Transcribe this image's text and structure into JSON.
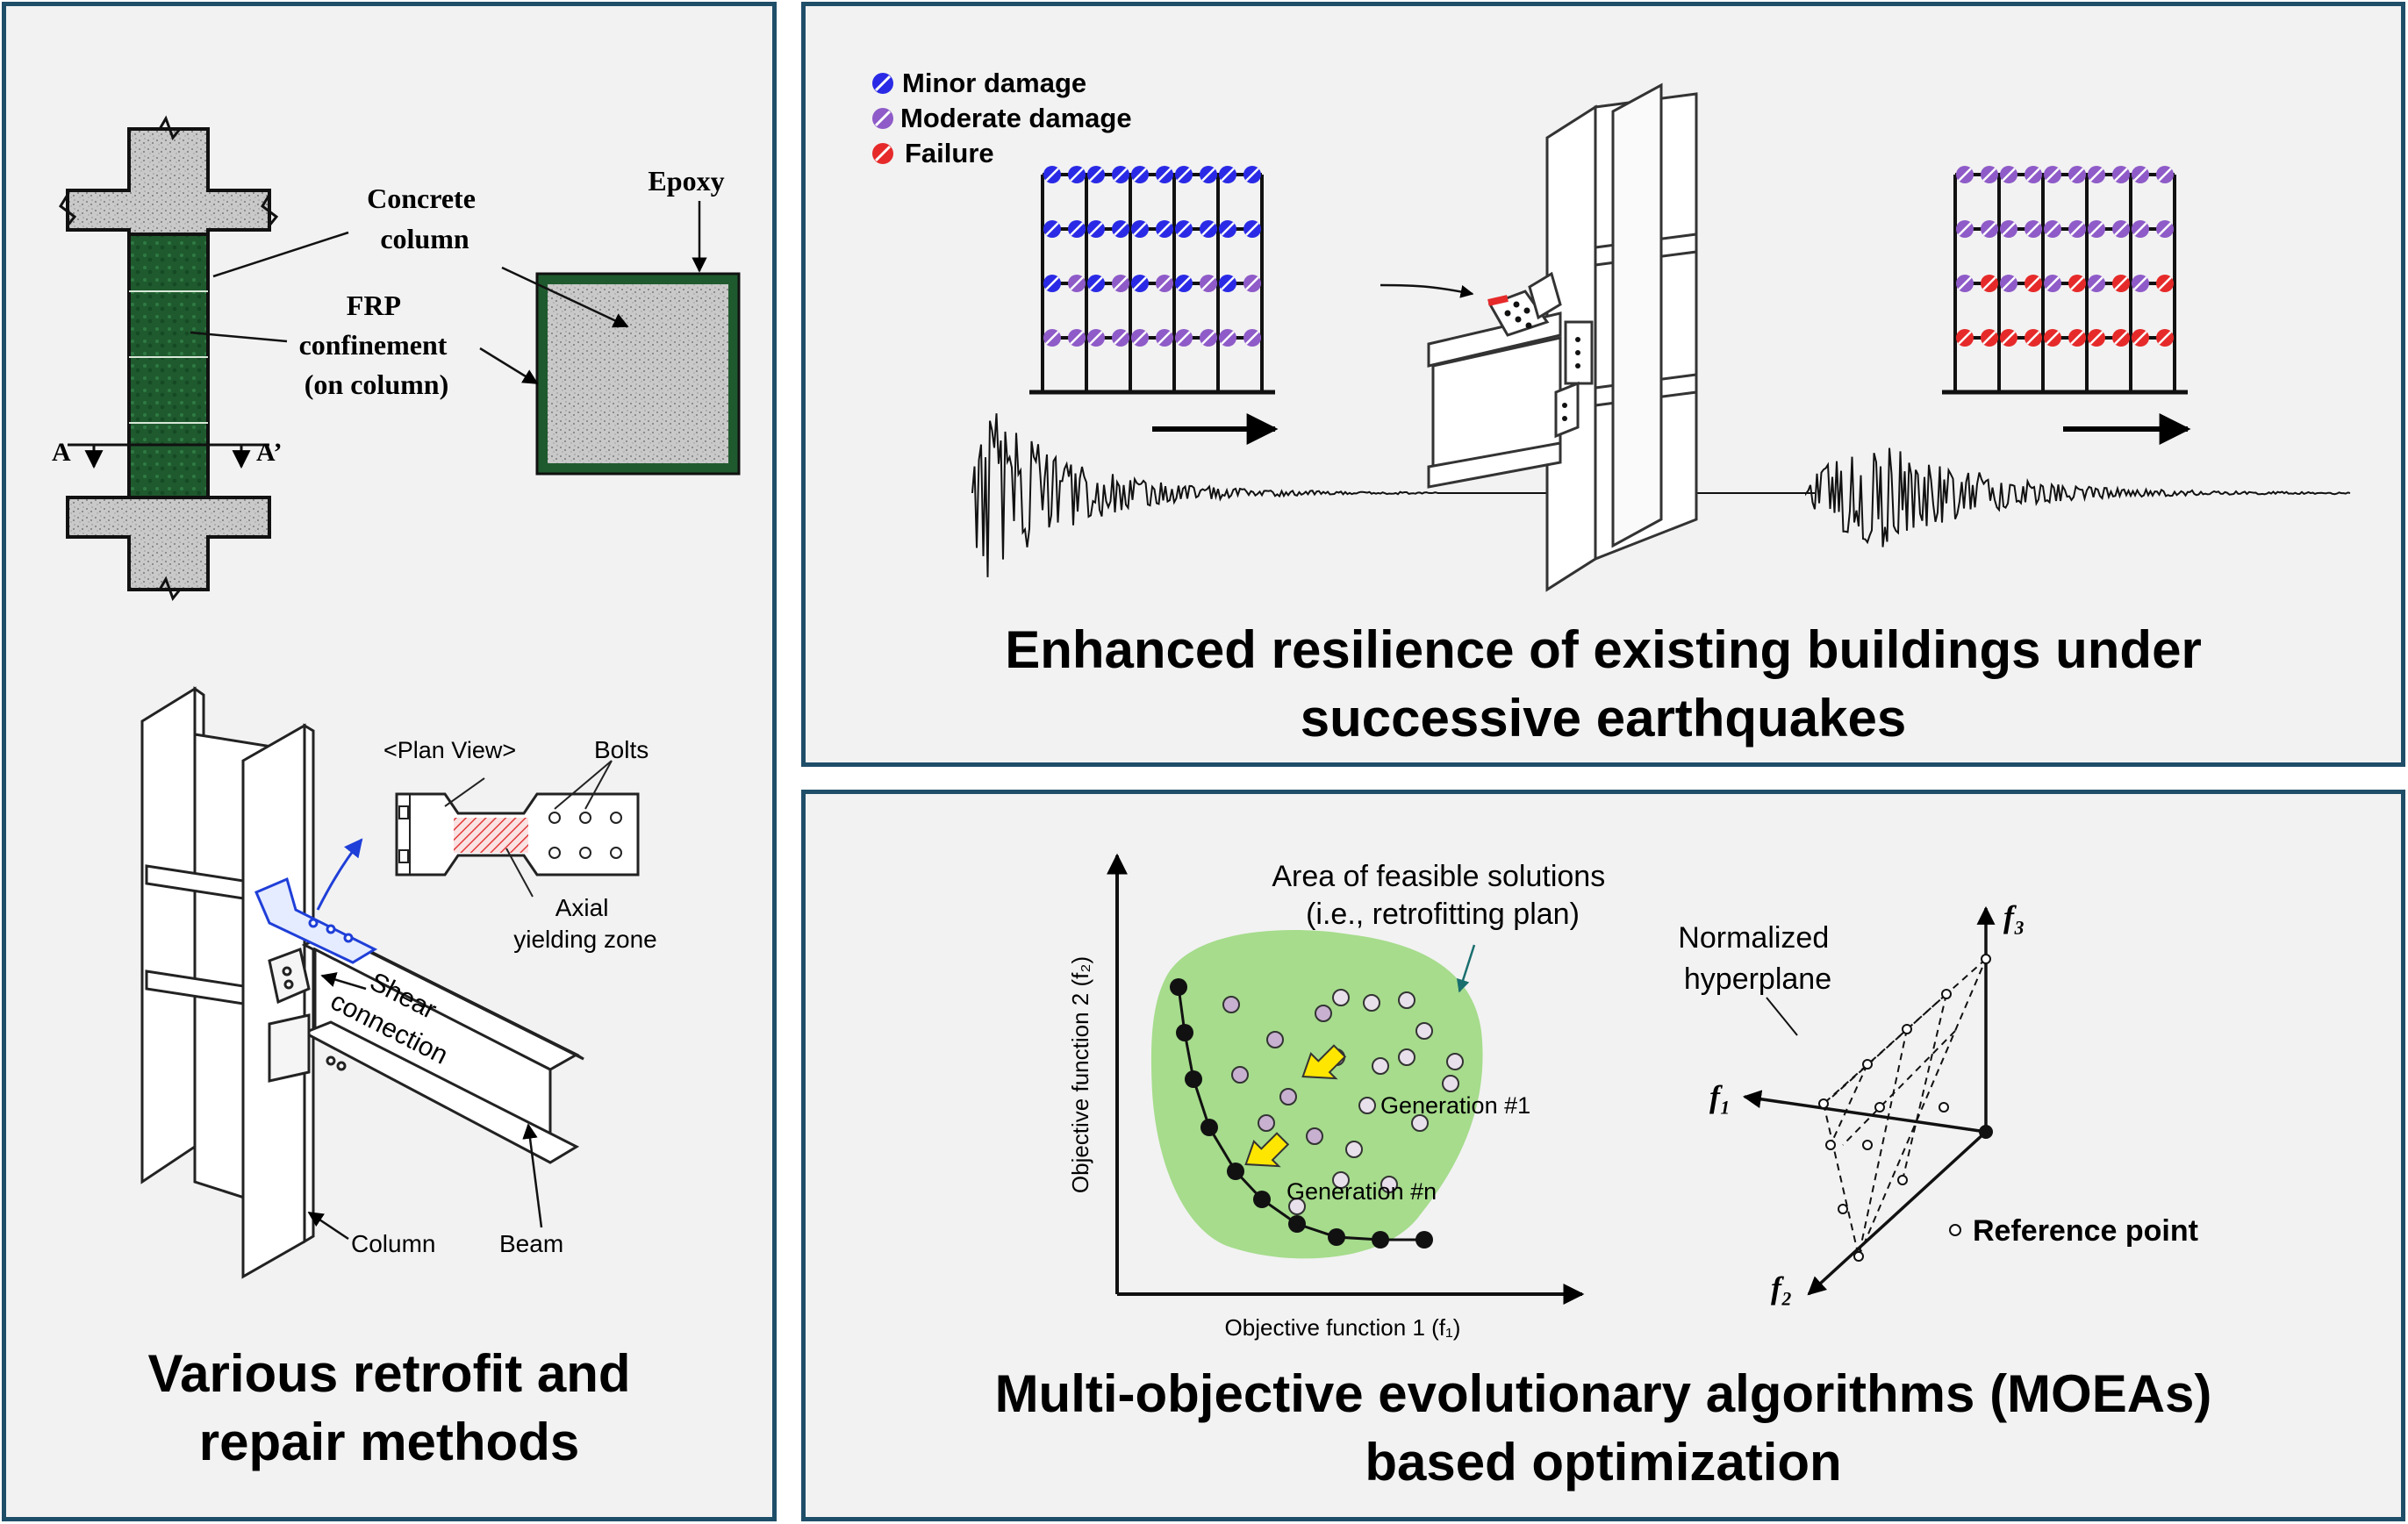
{
  "left_panel": {
    "frp": {
      "concrete_column_label": [
        "Concrete",
        "column"
      ],
      "frp_label": [
        "FRP",
        "confinement",
        "(on column)"
      ],
      "epoxy_label": "Epoxy",
      "section_a": "A",
      "section_a_prime": "A’"
    },
    "steel": {
      "plan_view_label": "<Plan View>",
      "bolts_label": "Bolts",
      "axial_zone_label": [
        "Axial",
        "yielding zone"
      ],
      "shear_label": [
        "Shear",
        "connection"
      ],
      "column_label": "Column",
      "beam_label": "Beam"
    },
    "caption": [
      "Various retrofit and",
      "repair methods"
    ]
  },
  "top_right_panel": {
    "legend": [
      {
        "label": "Minor damage",
        "color": "#2a2ae6"
      },
      {
        "label": "Moderate damage",
        "color": "#8e5bc8"
      },
      {
        "label": "Failure",
        "color": "#e62a2a"
      }
    ],
    "caption": [
      "Enhanced resilience of existing buildings under",
      "successive earthquakes"
    ]
  },
  "bottom_right_panel": {
    "y_axis_label": "Objective function 2 (f₂)",
    "x_axis_label": "Objective function 1 (f₁)",
    "feasible_label": [
      "Area of feasible solutions",
      "(i.e., retrofitting plan)"
    ],
    "generation_1": "Generation #1",
    "generation_n": "Generation #n",
    "hyperplane_label": [
      "Normalized",
      "hyperplane"
    ],
    "axis_f1": "f₁",
    "axis_f2": "f₂",
    "axis_f3": "f₃",
    "reference_point": "Reference point",
    "caption": [
      "Multi-objective evolutionary algorithms (MOEAs)",
      "based optimization"
    ]
  }
}
